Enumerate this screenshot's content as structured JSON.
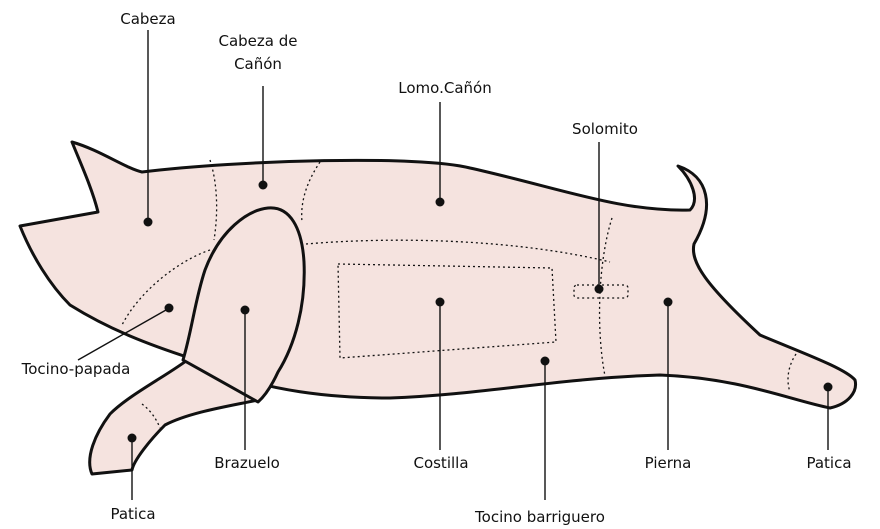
{
  "labels": {
    "cabeza": "Cabeza",
    "cabeza_canon_1": "Cabeza de",
    "cabeza_canon_2": "Cañón",
    "lomo_canon": "Lomo.Cañón",
    "solomito": "Solomito",
    "tocino_papada": "Tocino-papada",
    "brazuelo": "Brazuelo",
    "costilla": "Costilla",
    "pierna": "Pierna",
    "patica_rear": "Patica",
    "patica_front": "Patica",
    "tocino_barriguero": "Tocino barriguero"
  },
  "colors": {
    "body_fill": "#f5e3df",
    "outline": "#111111"
  }
}
